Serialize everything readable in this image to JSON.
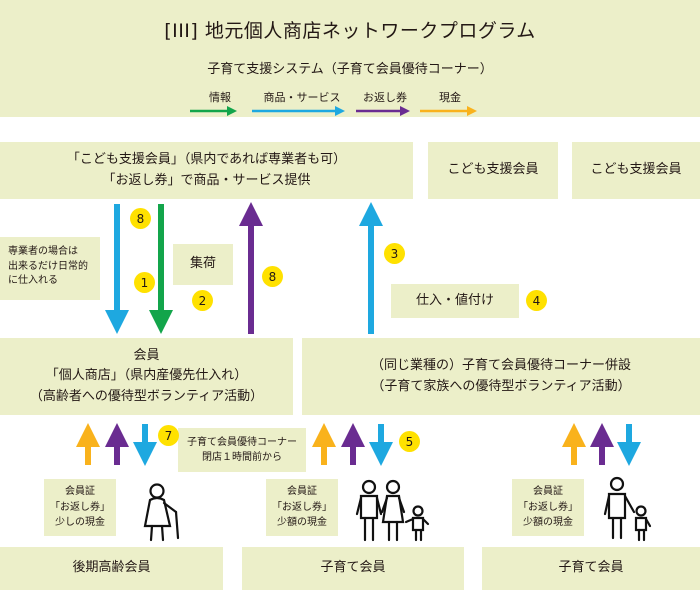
{
  "header": {
    "title": "[III] 地元個人商店ネットワークプログラム",
    "subtitle": "子育て支援システム（子育て会員優待コーナー）"
  },
  "legend": [
    {
      "label": "情報",
      "color": "#13a54b"
    },
    {
      "label": "商品・サービス",
      "color": "#1ea8e0"
    },
    {
      "label": "お返し券",
      "color": "#6a2c91"
    },
    {
      "label": "現金",
      "color": "#f9b21c"
    }
  ],
  "colors": {
    "box_bg": "#ecefc9",
    "badge": "#ffe100"
  },
  "top_boxes": {
    "main_line1": "「こども支援会員」（県内であれば専業者も可）",
    "main_line2": "「お返し券」で商品・サービス提供",
    "right1": "こども支援会員",
    "right2": "こども支援会員"
  },
  "middle_left": {
    "note_line1": "専業者の場合は",
    "note_line2": "出来るだけ日常的",
    "note_line3": "に仕入れる",
    "shuka": "集荷"
  },
  "middle_right": {
    "shiire": "仕入・値付け"
  },
  "badges": {
    "b8a": "8",
    "b1": "1",
    "b2": "2",
    "b8b": "8",
    "b3": "3",
    "b4": "4",
    "b7": "7",
    "b5": "5"
  },
  "member_box": {
    "line1": "会員",
    "line2": "「個人商店」（県内産優先仕入れ）",
    "line3": "（高齢者への優待型ボランティア活動）"
  },
  "corner_box": {
    "line1": "（同じ業種の）子育て会員優待コーナー併設",
    "line2": "（子育て家族への優待型ボランティア活動）"
  },
  "corner_note": {
    "line1": "子育て会員優待コーナー",
    "line2": "閉店１時間前から"
  },
  "card_left": {
    "line1": "会員証",
    "line2": "「お返し券」",
    "line3": "少しの現金"
  },
  "card_mid": {
    "line1": "会員証",
    "line2": "「お返し券」",
    "line3": "少額の現金"
  },
  "card_right": {
    "line1": "会員証",
    "line2": "「お返し券」",
    "line3": "少額の現金"
  },
  "bottom": {
    "left": "後期高齢会員",
    "mid": "子育て会員",
    "right": "子育て会員"
  }
}
